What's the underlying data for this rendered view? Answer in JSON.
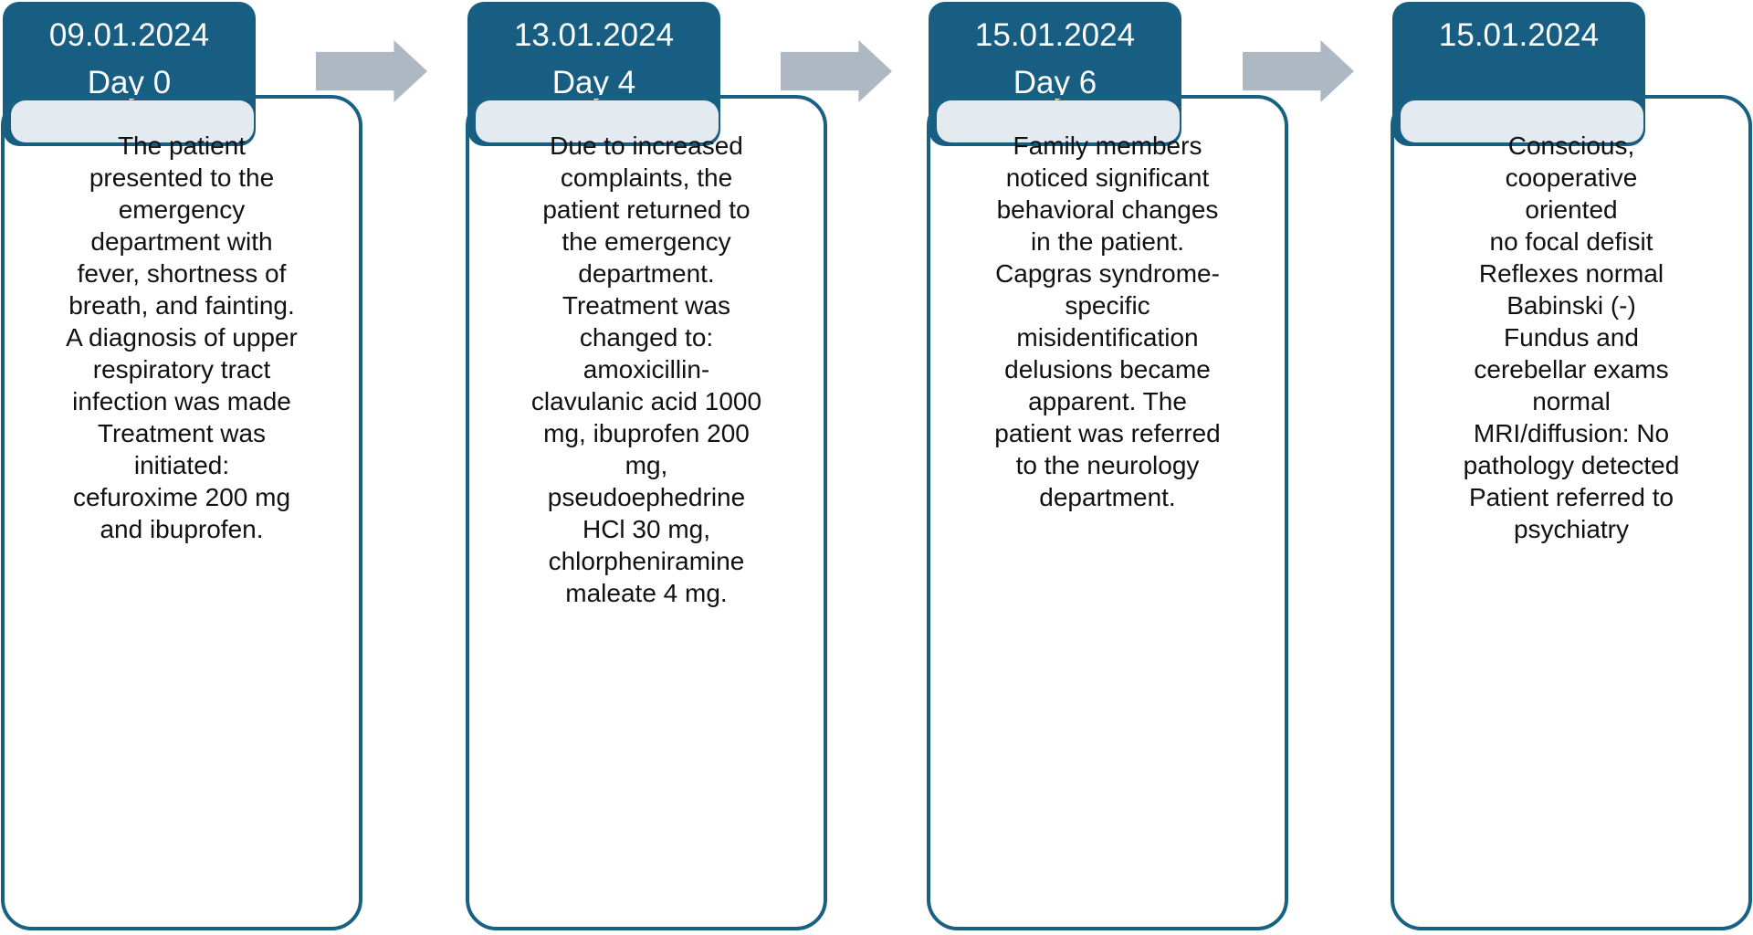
{
  "colors": {
    "header_bg": "#175E82",
    "body_border": "#186183",
    "band_bg": "#E3EAF0",
    "arrow": "#AEB8C3",
    "header_text": "#FFFFFF",
    "body_text": "#111111",
    "page_bg": "#FFFFFF"
  },
  "timeline": {
    "type": "horizontal-step-timeline",
    "arrow_icon": "block-arrow-right",
    "steps": [
      {
        "date": "09.01.2024",
        "day": "Day 0",
        "body": "The patient\npresented to the\nemergency\ndepartment with\nfever, shortness of\nbreath, and fainting.\nA diagnosis of upper\nrespiratory tract\ninfection was made\nTreatment was\ninitiated:\ncefuroxime 200 mg\nand ibuprofen."
      },
      {
        "date": "13.01.2024",
        "day": "Day 4",
        "body": "Due to increased\ncomplaints, the\npatient returned to\nthe emergency\ndepartment.\nTreatment was\nchanged to:\namoxicillin-\nclavulanic acid 1000\nmg, ibuprofen 200\nmg,\npseudoephedrine\nHCl 30 mg,\nchlorpheniramine\nmaleate 4 mg."
      },
      {
        "date": "15.01.2024",
        "day": "Day 6",
        "body": "Family members\nnoticed significant\nbehavioral changes\nin the patient.\nCapgras syndrome-\nspecific\nmisidentification\ndelusions became\napparent. The\npatient was referred\nto the neurology\ndepartment."
      },
      {
        "date": "15.01.2024",
        "day": "",
        "body": "Conscious,\ncooperative\noriented\nno focal defisit\nReflexes normal\nBabinski (-)\nFundus and\ncerebellar exams\nnormal\nMRI/diffusion: No\npathology detected\nPatient referred to\npsychiatry"
      }
    ]
  }
}
